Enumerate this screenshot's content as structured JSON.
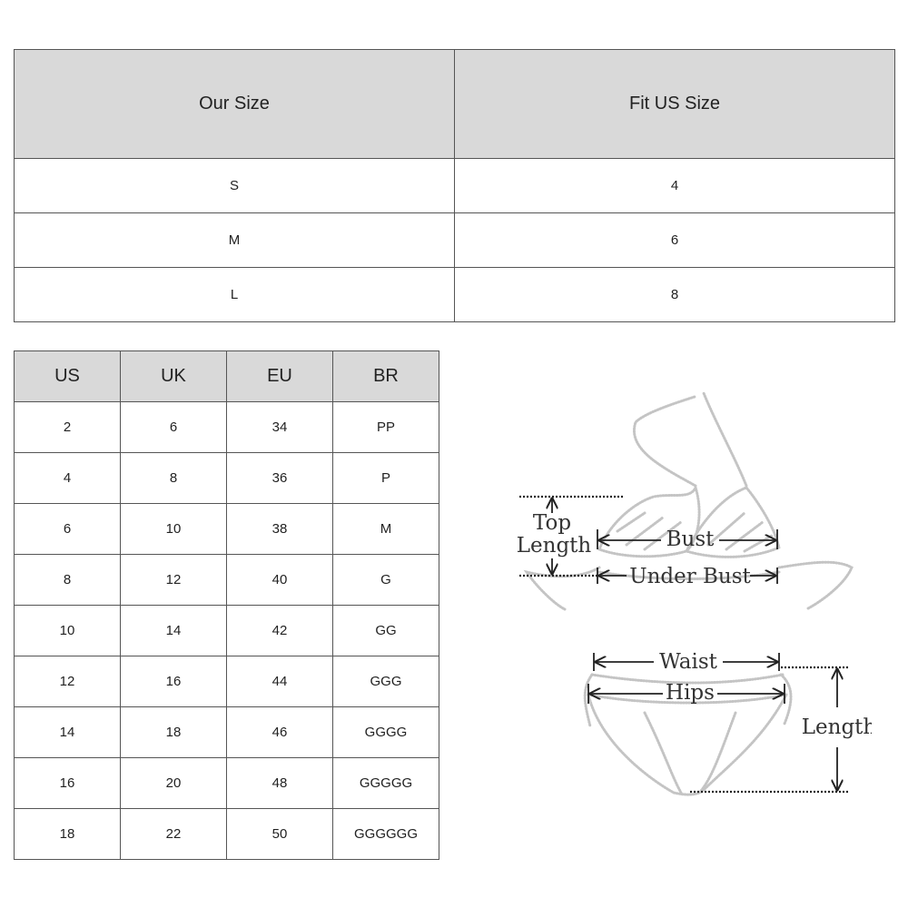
{
  "size_table": {
    "headers": [
      "Our Size",
      "Fit US Size"
    ],
    "rows": [
      [
        "S",
        "4"
      ],
      [
        "M",
        "6"
      ],
      [
        "L",
        "8"
      ]
    ]
  },
  "conversion_table": {
    "headers": [
      "US",
      "UK",
      "EU",
      "BR"
    ],
    "rows": [
      [
        "2",
        "6",
        "34",
        "PP"
      ],
      [
        "4",
        "8",
        "36",
        "P"
      ],
      [
        "6",
        "10",
        "38",
        "M"
      ],
      [
        "8",
        "12",
        "40",
        "G"
      ],
      [
        "10",
        "14",
        "42",
        "GG"
      ],
      [
        "12",
        "16",
        "44",
        "GGG"
      ],
      [
        "14",
        "18",
        "46",
        "GGGG"
      ],
      [
        "16",
        "20",
        "48",
        "GGGGG"
      ],
      [
        "18",
        "22",
        "50",
        "GGGGGG"
      ]
    ]
  },
  "diagram": {
    "top_label_1": "Top",
    "top_label_2": "Length",
    "bust": "Bust",
    "under_bust": "Under Bust",
    "waist": "Waist",
    "hips": "Hips",
    "length": "Length"
  }
}
